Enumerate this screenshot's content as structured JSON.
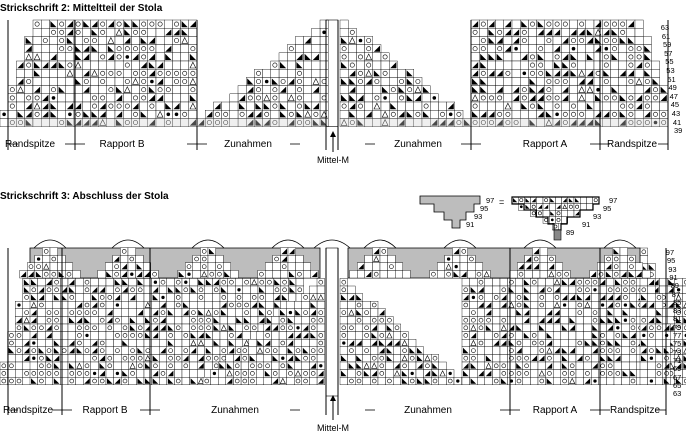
{
  "chart2": {
    "title": "Strickschrift 2: Mitteltteil der Stola",
    "segments": [
      "Randspitze",
      "Rapport B",
      "Zunahmen",
      "Zunahmen",
      "Rapport A",
      "Randspitze"
    ],
    "center_label": "Mittel-M",
    "row_numbers": [
      "63",
      "61",
      "59",
      "57",
      "55",
      "53",
      "51",
      "49",
      "47",
      "45",
      "43",
      "41",
      "39"
    ]
  },
  "chart3": {
    "title": "Strickschrift 3: Abschluss der Stola",
    "segments": [
      "Randspitze",
      "Rapport B",
      "Zunahmen",
      "Zunahmen",
      "Rapport A",
      "Randspitze"
    ],
    "center_label": "Mittel-M",
    "row_numbers": [
      "97",
      "95",
      "93",
      "91",
      "89",
      "87",
      "85",
      "83",
      "81",
      "79",
      "77",
      "75",
      "73",
      "71",
      "69",
      "67",
      "65",
      "63"
    ],
    "legend": {
      "left_numbers": [
        "97",
        "95",
        "93",
        "91"
      ],
      "equals": "=",
      "right_numbers": [
        "97",
        "95",
        "93",
        "91",
        "89"
      ]
    }
  },
  "colors": {
    "grid": "#000000",
    "shade": "#bdbdbd",
    "background": "#ffffff"
  }
}
